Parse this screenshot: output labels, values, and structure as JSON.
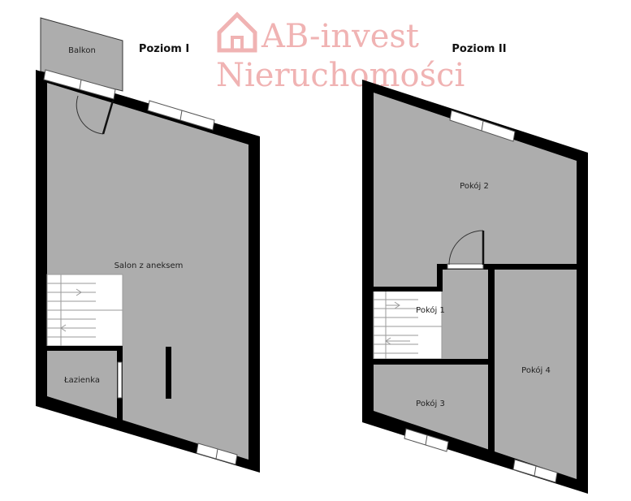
{
  "watermark": {
    "line1": "AB-invest",
    "line2": "Nieruchomości"
  },
  "levels": [
    {
      "title": "Poziom I"
    },
    {
      "title": "Poziom II"
    }
  ],
  "rooms": {
    "balkon": "Balkon",
    "salon": "Salon z aneksem",
    "lazienka": "Łazienka",
    "pokoj1": "Pokój 1",
    "pokoj2": "Pokój 2",
    "pokoj3": "Pokój 3",
    "pokoj4": "Pokój 4"
  },
  "colors": {
    "room": "#adadad",
    "wall": "#000000",
    "watermark": "#f0b3b3"
  }
}
